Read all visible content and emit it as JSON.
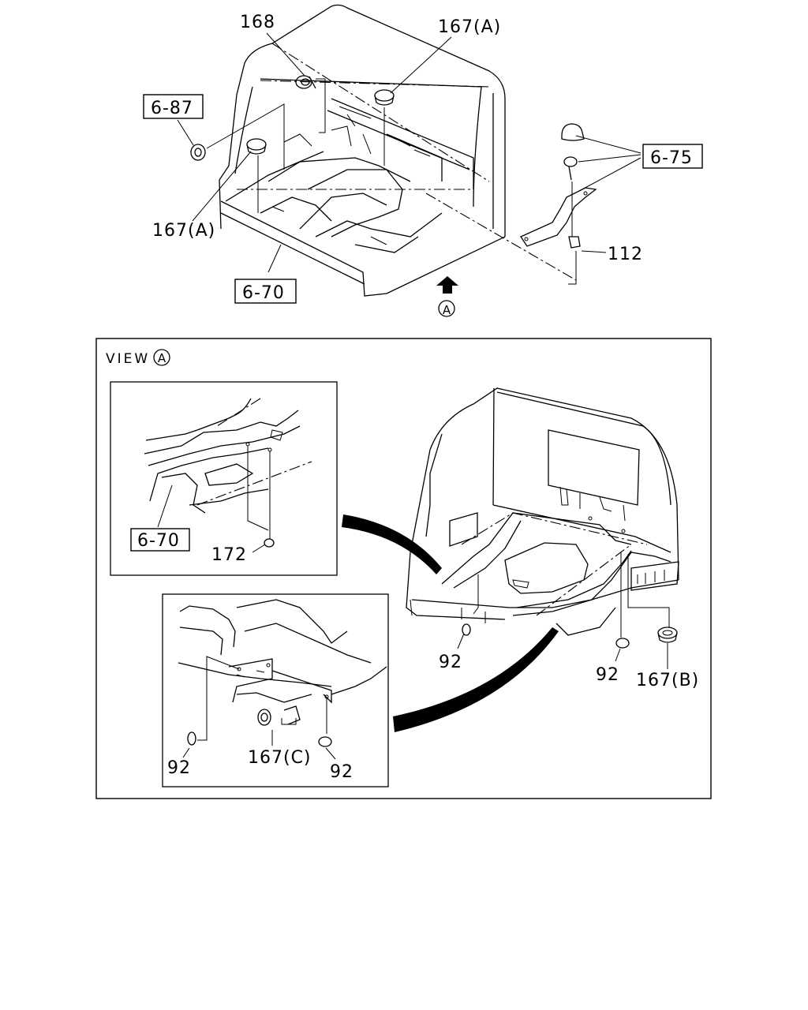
{
  "upper_view": {
    "callouts": {
      "part_168": "168",
      "part_167a_top": "167(A)",
      "part_167a_left": "167(A)",
      "part_112": "112"
    },
    "ref_boxes": {
      "ref_6_87": "6-87",
      "ref_6_75": "6-75",
      "ref_6_70": "6-70"
    },
    "view_marker": "A"
  },
  "lower_view": {
    "frame_title": "VIEW",
    "frame_title_marker": "A",
    "inset_1": {
      "ref_box": "6-70",
      "part_172": "172"
    },
    "inset_2": {
      "part_92_left": "92",
      "part_167c": "167(C)",
      "part_92_right": "92"
    },
    "main": {
      "part_92_left": "92",
      "part_92_right": "92",
      "part_167b": "167(B)"
    }
  }
}
